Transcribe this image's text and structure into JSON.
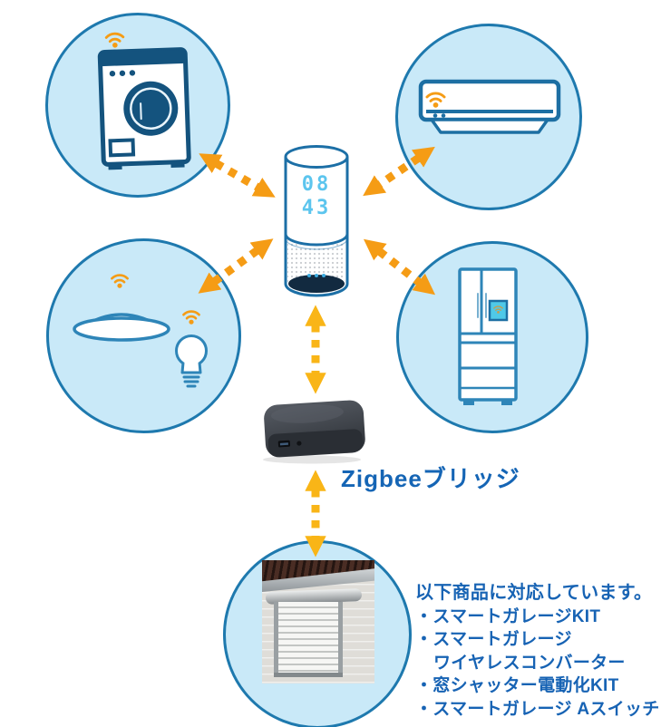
{
  "hub": {
    "name": "smart-speaker",
    "display_line1": "08",
    "display_line2": "43"
  },
  "bridge": {
    "label": "Zigbeeブリッジ"
  },
  "compatibility": {
    "heading": "以下商品に対応しています。",
    "lines": [
      "・スマートガレージKIT",
      "・スマートガレージ",
      "ワイヤレスコンバーター",
      "・窓シャッター電動化KIT",
      "・スマートガレージ Aスイッチ"
    ]
  },
  "devices": [
    {
      "icon": "washing-machine-icon"
    },
    {
      "icon": "air-conditioner-icon"
    },
    {
      "icon": "ceiling-light-icon"
    },
    {
      "icon": "light-bulb-icon"
    },
    {
      "icon": "refrigerator-icon"
    },
    {
      "icon": "window-shutter-photo"
    }
  ],
  "colors": {
    "circle_fill": "#C9E9F8",
    "circle_stroke": "#1E79AE",
    "arrow_diagonal": "#F59C15",
    "arrow_vertical": "#F9B517",
    "wifi": "#F59C15",
    "label_blue": "#1565B5",
    "digits_blue": "#5CC5EE"
  }
}
